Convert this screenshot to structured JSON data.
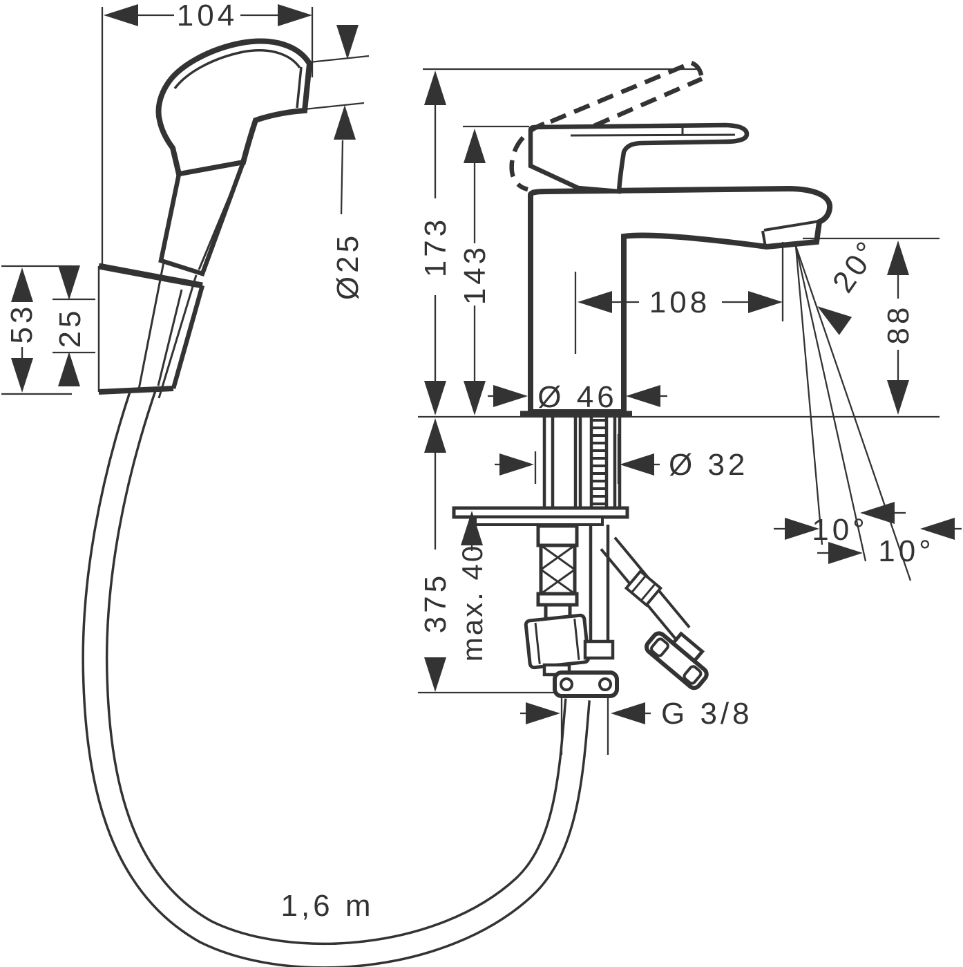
{
  "drawing": {
    "background_color": "#ffffff",
    "line_color": "#333333",
    "hand_shower": {
      "width_label": "104",
      "nozzle_diameter_label": "Ø25",
      "hose_length_label": "1,6 m"
    },
    "wall_bracket": {
      "height_label": "53",
      "hole_spacing_label": "25"
    },
    "mixer": {
      "total_height_label": "173",
      "handle_height_label": "143",
      "spout_reach_label": "108",
      "spout_height_label": "88",
      "spray_angle_label": "20°",
      "base_diameter_label": "Ø 46",
      "hole_diameter_label": "Ø 32",
      "hose_projection_label": "375",
      "max_counter_thickness_label": "max. 40",
      "thread_label": "G 3/8",
      "swivel_angle_left_label": "10°",
      "swivel_angle_right_label": "10°"
    }
  }
}
